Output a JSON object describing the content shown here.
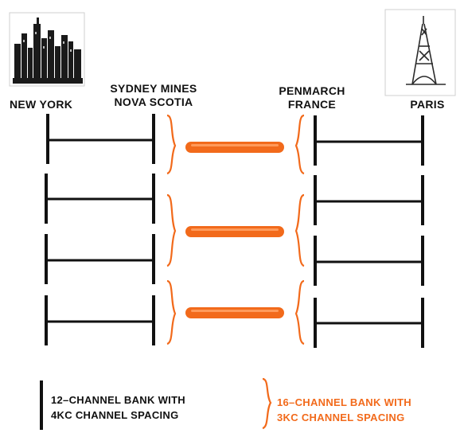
{
  "cities": {
    "new_york": "NEW YORK",
    "sydney_line1": "SYDNEY MINES",
    "sydney_line2": "NOVA SCOTIA",
    "penmarch_line1": "PENMARCH",
    "penmarch_line2": "FRANCE",
    "paris": "PARIS"
  },
  "legend": {
    "black_line1": "12–CHANNEL BANK WITH",
    "black_line2": "4KC CHANNEL SPACING",
    "orange_line1": "16–CHANNEL BANK WITH",
    "orange_line2": "3KC CHANNEL SPACING"
  },
  "colors": {
    "black": "#111111",
    "orange": "#f26a1b",
    "cable_highlight": "#ff9a5a"
  },
  "icons": {
    "new_york": "new-york-skyline-icon",
    "paris": "eiffel-tower-icon"
  }
}
